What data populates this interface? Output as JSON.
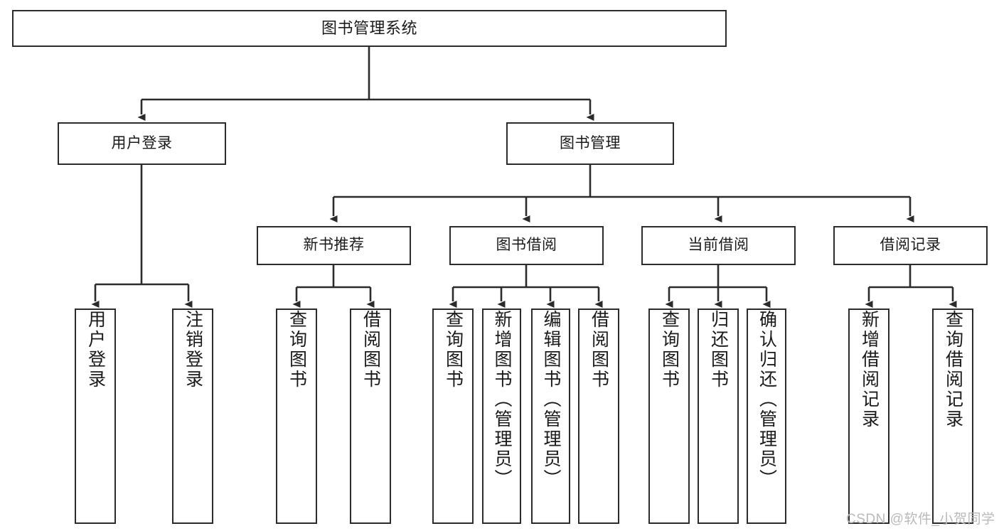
{
  "diagram": {
    "type": "tree-hierarchy",
    "title": "图书管理系统",
    "root": {
      "label": "图书管理系统"
    },
    "level2": [
      {
        "label": "用户登录"
      },
      {
        "label": "图书管理"
      }
    ],
    "level3": [
      {
        "label": "新书推荐"
      },
      {
        "label": "图书借阅"
      },
      {
        "label": "当前借阅"
      },
      {
        "label": "借阅记录"
      }
    ],
    "leaves": {
      "user_login": [
        {
          "label": "用户登录"
        },
        {
          "label": "注销登录"
        }
      ],
      "new_book_recommend": [
        {
          "label": "查询图书"
        },
        {
          "label": "借阅图书"
        }
      ],
      "book_borrow": [
        {
          "label": "查询图书"
        },
        {
          "label": "新增图书（管理员）"
        },
        {
          "label": "编辑图书（管理员）"
        },
        {
          "label": "借阅图书"
        }
      ],
      "current_borrow": [
        {
          "label": "查询图书"
        },
        {
          "label": "归还图书"
        },
        {
          "label": "确认归还（管理员）"
        }
      ],
      "borrow_records": [
        {
          "label": "新增借阅记录"
        },
        {
          "label": "查询借阅记录"
        }
      ]
    }
  },
  "watermark": {
    "text": "CSDN @软件_小贺同学"
  },
  "colors": {
    "stroke": "#2b2b2b",
    "background": "#ffffff",
    "text": "#1a1a1a",
    "watermark": "#b9b9b9"
  }
}
